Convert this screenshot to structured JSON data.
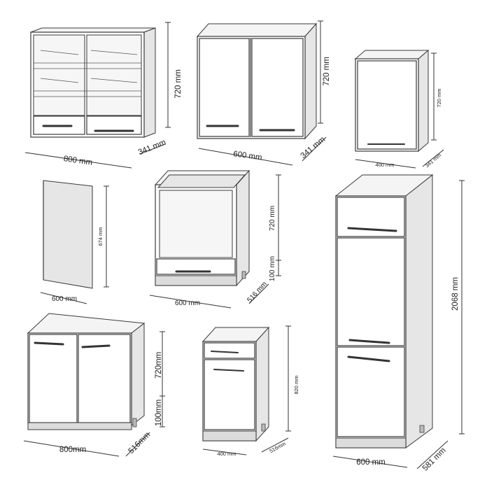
{
  "dimensions": {
    "glass_wall_cabinet": {
      "width": "800 mm",
      "depth": "341 mm",
      "height": "720 mm"
    },
    "wall_cabinet_600": {
      "width": "600 mm",
      "depth": "341 mm",
      "height": "720 mm"
    },
    "wall_cabinet_400": {
      "width": "400 mm",
      "depth": "341 mm",
      "height": "720 mm"
    },
    "end_panel": {
      "width": "600 mm",
      "height": "674 mm"
    },
    "oven_cabinet": {
      "width": "600 mm",
      "depth": "516 mm",
      "height": "720 mm",
      "plinth": "100 mm"
    },
    "sink_base_cabinet": {
      "width": "800mm",
      "depth": "516mm",
      "height": "720mm",
      "plinth": "100mm"
    },
    "drawer_base_cabinet": {
      "width": "400 mm",
      "depth": "516mm",
      "height": "820 mm"
    },
    "tall_cabinet": {
      "width": "600 mm",
      "depth": "581 mm",
      "height": "2068 mm"
    }
  },
  "colors": {
    "line": "#3a3a3a",
    "side": "#e6e6e6",
    "plinth": "#dcdcdc"
  }
}
